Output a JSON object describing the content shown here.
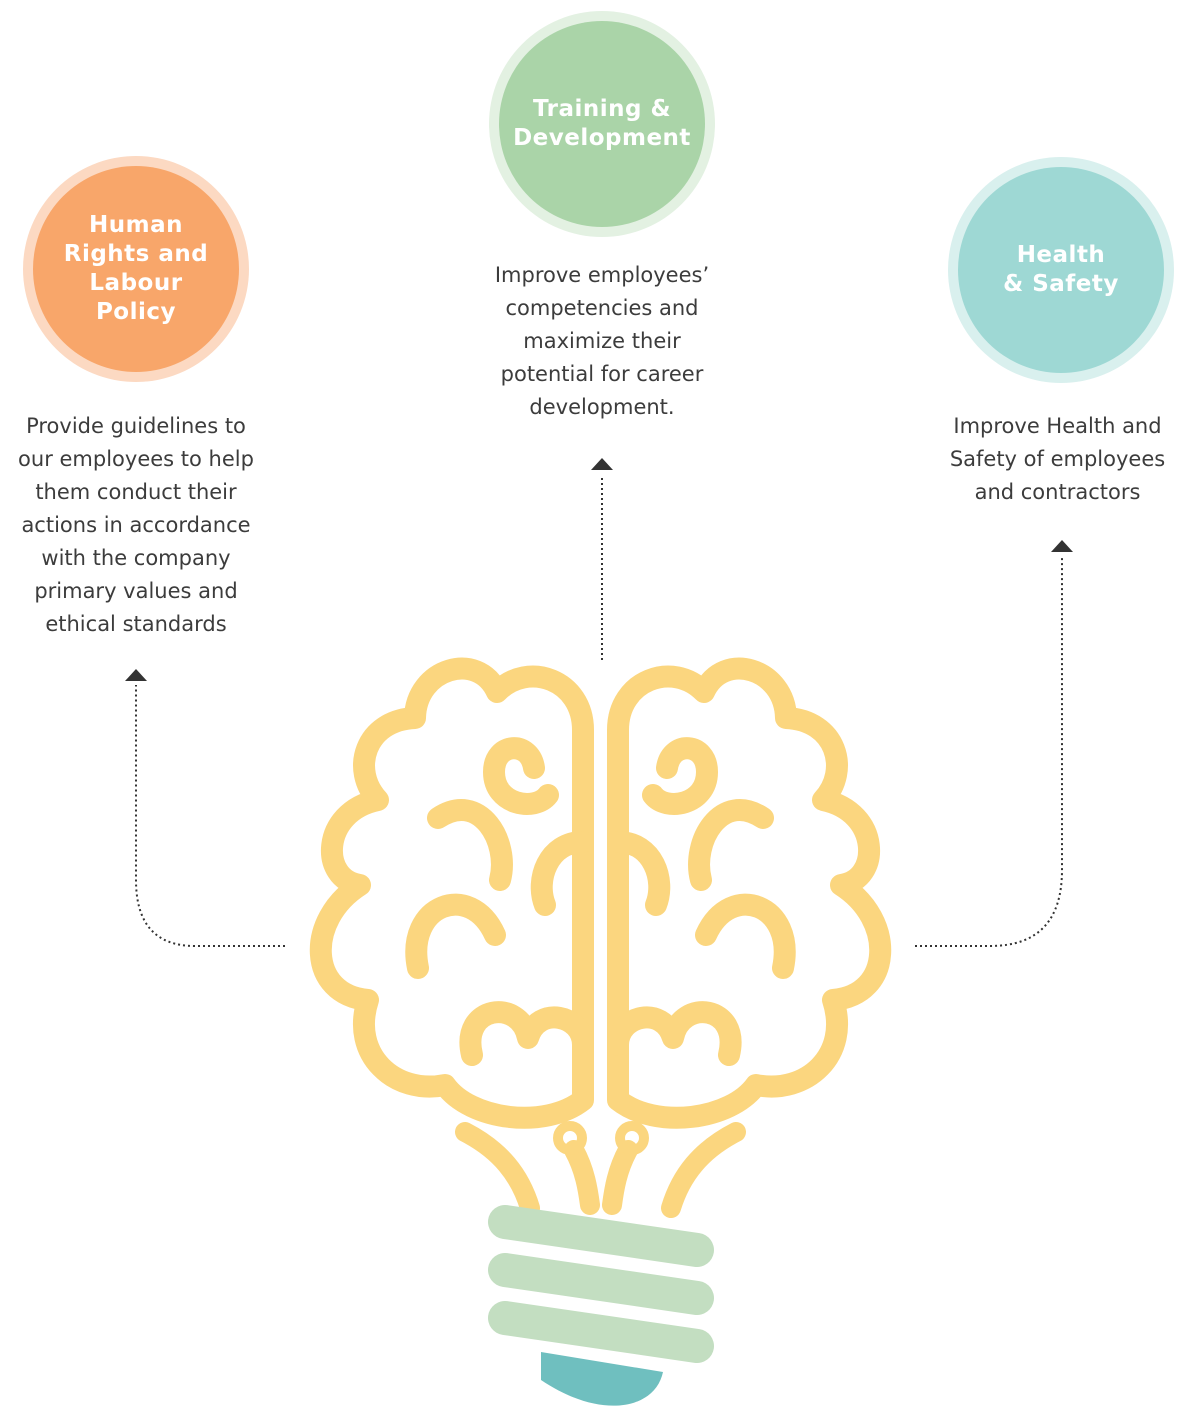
{
  "colors": {
    "hr_fill": "#f8a66a",
    "hr_ring": "#fcd9c2",
    "td_fill": "#aad4a8",
    "td_ring": "#e3f1e2",
    "hs_fill": "#9ed8d4",
    "hs_ring": "#d9f0ee",
    "brain": "#fbd67f",
    "bulb_base": "#c3dec1",
    "bulb_tip": "#6fbfbf",
    "connector": "#333333"
  },
  "nodes": {
    "human_rights": {
      "title": "Human\nRights and\nLabour\nPolicy",
      "description": "Provide guidelines to\nour employees to help\nthem conduct their\nactions in accordance\nwith the company\nprimary values and\nethical standards"
    },
    "training": {
      "title": "Training &\nDevelopment",
      "description": "Improve employees’\ncompetencies and\nmaximize their\npotential for career\ndevelopment."
    },
    "health_safety": {
      "title": "Health\n& Safety",
      "description": "Improve Health and\nSafety of employees\nand contractors"
    }
  },
  "center_icon": "brain-lightbulb-icon"
}
